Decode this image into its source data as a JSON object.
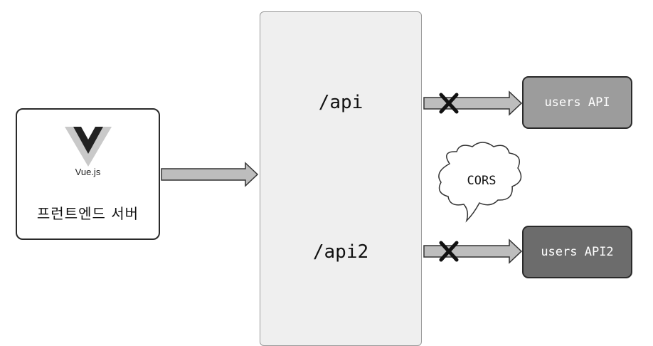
{
  "frontend": {
    "logo_caption": "Vue.js",
    "label": "프런트엔드 서버"
  },
  "proxy": {
    "route_1": "/api",
    "route_2": "/api2"
  },
  "apis": {
    "api_1": "users API",
    "api_2": "users API2"
  },
  "callout": {
    "text": "CORS"
  },
  "colors": {
    "proxy_fill": "#efefef",
    "arrow_fill": "#bdbdbd",
    "api_1_fill": "#9c9c9c",
    "api_2_fill": "#6c6c6c",
    "logo_dark": "#222222",
    "logo_light": "#c9c9c9",
    "blocked_mark": "#111111"
  },
  "icons": {
    "logo": "vue-logo-icon",
    "blocked": "x-mark-icon"
  }
}
